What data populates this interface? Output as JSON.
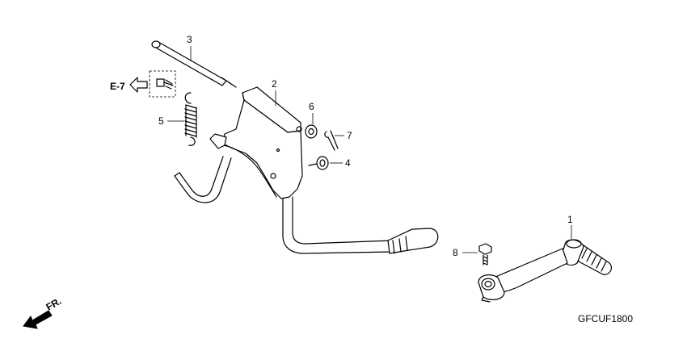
{
  "diagram": {
    "reference_label": "E-7",
    "direction_label": "FR.",
    "figure_code": "GFCUF1800",
    "callouts": {
      "c1": "1",
      "c2": "2",
      "c3": "3",
      "c4": "4",
      "c5": "5",
      "c6": "6",
      "c7": "7",
      "c8": "8"
    }
  }
}
